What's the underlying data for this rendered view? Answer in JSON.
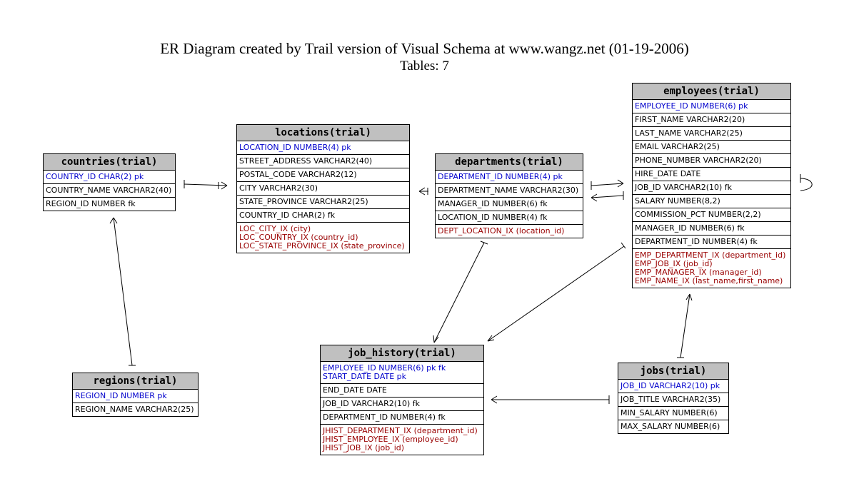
{
  "title": "ER Diagram created by Trail version of Visual Schema at www.wangz.net (01-19-2006)",
  "subtitle": "Tables: 7",
  "tables": {
    "countries": {
      "name": "countries(trial)",
      "pk": [
        "COUNTRY_ID CHAR(2) pk"
      ],
      "cols": [
        "COUNTRY_NAME VARCHAR2(40)",
        "REGION_ID NUMBER fk"
      ],
      "idx": []
    },
    "regions": {
      "name": "regions(trial)",
      "pk": [
        "REGION_ID NUMBER pk"
      ],
      "cols": [
        "REGION_NAME VARCHAR2(25)"
      ],
      "idx": []
    },
    "locations": {
      "name": "locations(trial)",
      "pk": [
        "LOCATION_ID NUMBER(4)  pk"
      ],
      "cols": [
        "STREET_ADDRESS VARCHAR2(40)",
        "POSTAL_CODE VARCHAR2(12)",
        "CITY VARCHAR2(30)",
        "STATE_PROVINCE VARCHAR2(25)",
        "COUNTRY_ID CHAR(2) fk"
      ],
      "idx": [
        "LOC_CITY_IX (city)",
        "LOC_COUNTRY_IX (country_id)",
        "LOC_STATE_PROVINCE_IX (state_province)"
      ]
    },
    "departments": {
      "name": "departments(trial)",
      "pk": [
        "DEPARTMENT_ID NUMBER(4)  pk"
      ],
      "cols": [
        "DEPARTMENT_NAME VARCHAR2(30)",
        "MANAGER_ID NUMBER(6) fk",
        "LOCATION_ID NUMBER(4) fk"
      ],
      "idx": [
        "DEPT_LOCATION_IX (location_id)"
      ]
    },
    "employees": {
      "name": "employees(trial)",
      "pk": [
        "EMPLOYEE_ID NUMBER(6)  pk"
      ],
      "cols": [
        "FIRST_NAME VARCHAR2(20)",
        "LAST_NAME VARCHAR2(25)",
        "EMAIL VARCHAR2(25)",
        "PHONE_NUMBER VARCHAR2(20)",
        "HIRE_DATE DATE",
        "JOB_ID VARCHAR2(10) fk",
        "SALARY NUMBER(8,2)",
        "COMMISSION_PCT NUMBER(2,2)",
        "MANAGER_ID NUMBER(6) fk",
        "DEPARTMENT_ID NUMBER(4) fk"
      ],
      "idx": [
        "EMP_DEPARTMENT_IX (department_id)",
        "EMP_JOB_IX (job_id)",
        "EMP_MANAGER_IX (manager_id)",
        "EMP_NAME_IX (last_name,first_name)"
      ]
    },
    "job_history": {
      "name": "job_history(trial)",
      "pk": [
        "EMPLOYEE_ID NUMBER(6) pk fk",
        "START_DATE DATE pk"
      ],
      "cols": [
        "END_DATE DATE",
        "JOB_ID VARCHAR2(10) fk",
        "DEPARTMENT_ID NUMBER(4) fk"
      ],
      "idx": [
        "JHIST_DEPARTMENT_IX (department_id)",
        "JHIST_EMPLOYEE_IX (employee_id)",
        "JHIST_JOB_IX (job_id)"
      ]
    },
    "jobs": {
      "name": "jobs(trial)",
      "pk": [
        "JOB_ID VARCHAR2(10)  pk"
      ],
      "cols": [
        "JOB_TITLE VARCHAR2(35)",
        "MIN_SALARY NUMBER(6)",
        "MAX_SALARY NUMBER(6)"
      ],
      "idx": []
    }
  },
  "colors": {
    "pk": "#0000cc",
    "index": "#990000",
    "header": "#c0c0c0"
  }
}
